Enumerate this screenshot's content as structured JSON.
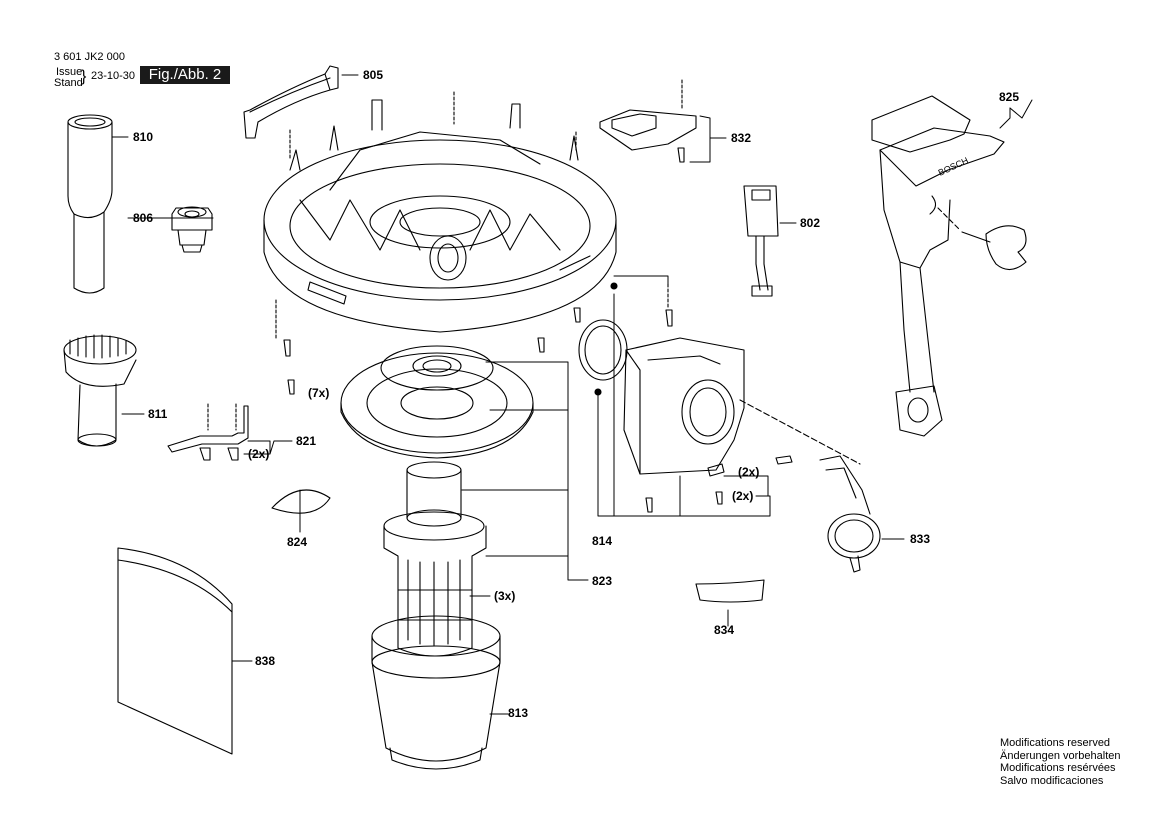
{
  "header": {
    "doc_number": "3 601 JK2 000",
    "issue_label_1": "Issue",
    "issue_label_2": "Stand",
    "issue_date": "23-10-30",
    "figure_label": "Fig./Abb. 2"
  },
  "parts": {
    "p805": "805",
    "p810": "810",
    "p806": "806",
    "p811": "811",
    "p821": "821",
    "p824": "824",
    "p838": "838",
    "p832": "832",
    "p802": "802",
    "p825": "825",
    "p814": "814",
    "p823": "823",
    "p813": "813",
    "p833": "833",
    "p834": "834"
  },
  "quantities": {
    "q7x": "(7x)",
    "q2x_821": "(2x)",
    "q3x": "(3x)",
    "q2x_a": "(2x)",
    "q2x_b": "(2x)"
  },
  "footer": {
    "line1": "Modifications reserved",
    "line2": "Änderungen vorbehalten",
    "line3": "Modifications resérvées",
    "line4": "Salvo modificaciones"
  },
  "brand": "BOSCH"
}
